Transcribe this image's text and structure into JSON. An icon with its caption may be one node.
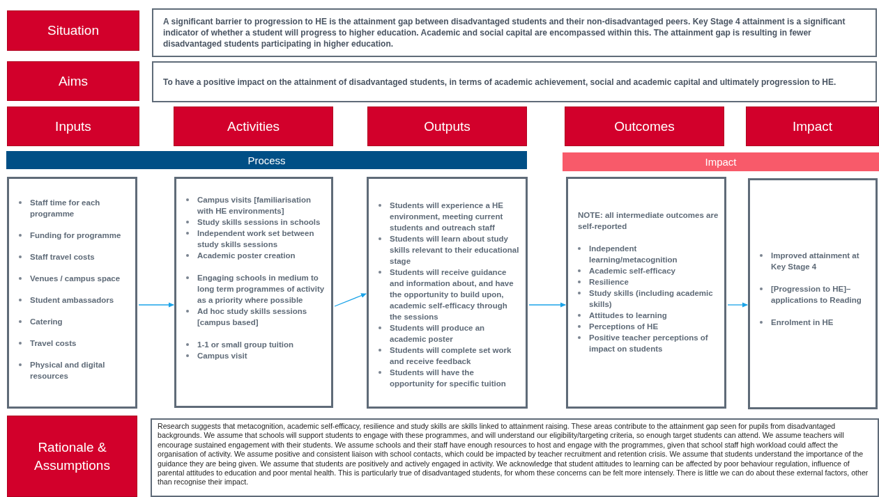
{
  "diagram": {
    "nodes": [
      {
        "text": [
          "Situation"
        ]
      },
      {
        "text": [
          "A significant barrier to progression to HE is the attainment gap between disadvantaged students and their non-disadvantaged peers. Key Stage 4 attainment is a significant indicator of whether a student will progress to higher education. Academic and social capital are encompassed within this. The attainment gap is resulting in fewer disadvantaged students participating in higher education."
        ]
      },
      {
        "text": [
          "Aims"
        ]
      },
      {
        "text": [
          "To have a positive impact on the attainment of disadvantaged students, in terms of academic achievement, social and academic capital and ultimately progression to HE."
        ]
      },
      {
        "text": [
          "Inputs"
        ]
      },
      {
        "text": [
          "Activities"
        ]
      },
      {
        "text": [
          "Outputs"
        ]
      },
      {
        "text": [
          "Outcomes"
        ]
      },
      {
        "text": [
          "Impact"
        ]
      },
      {
        "text": [
          "Process"
        ]
      },
      {
        "text": [
          "Impact"
        ]
      },
      {
        "text": [
          "Staff time for each programme",
          "Funding for programme",
          "Staff travel costs",
          "Venues / campus space",
          "Student ambassadors",
          "Catering",
          "Travel costs",
          "Physical and digital resources"
        ]
      },
      {
        "text": [
          "Campus visits [familiarisation with HE environments]",
          "Study skills sessions in schools",
          "Independent work set between study skills sessions",
          "Academic poster creation",
          "Engaging schools in medium to long term programmes of activity as a priority where possible",
          "Ad hoc study skills sessions [campus based]",
          "1-1 or small group tuition",
          "Campus visit"
        ]
      },
      {
        "text": [
          "Students will experience a HE environment, meeting current students and outreach staff",
          "Students will learn about study skills relevant to their educational stage",
          "Students will receive guidance and information about, and have the opportunity to build upon, academic self-efficacy through the sessions",
          "Students will produce an academic poster",
          "Students will complete set work and receive feedback",
          "Students will have the opportunity for specific tuition"
        ]
      },
      {
        "text": [
          "NOTE: all intermediate outcomes are self-reported",
          "Independent learning/metacognition",
          "Academic self-efficacy",
          "Resilience",
          "Study skills (including academic skills)",
          "Attitudes to learning",
          "Perceptions of HE",
          "Positive teacher perceptions of impact on students"
        ]
      },
      {
        "text": [
          "Improved attainment at Key Stage 4",
          "[Progression to HE]– applications to Reading",
          "Enrolment in HE"
        ]
      },
      {
        "text": [
          "Rationale & Assumptions"
        ]
      },
      {
        "text": [
          "Research suggests that metacognition, academic self-efficacy, resilience and study skills are skills linked to attainment raising. These areas contribute to the attainment gap seen for pupils from disadvantaged backgrounds. We assume that schools will support students to engage with these programmes, and will understand our eligibility/targeting criteria, so enough target students can attend. We assume teachers will encourage sustained engagement with their students. We assume schools and their staff have enough resources to host and engage with the programmes, given that school staff high workload could affect the organisation of activity. We assume positive and consistent liaison with school contacts, which could be impacted by teacher recruitment and retention crisis. We assume that students understand the importance of the guidance they are being given. We assume that students are positively and actively engaged in activity. We acknowledge that student attitudes to learning can be affected by poor behaviour regulation, influence of parental attitudes to education and poor mental health. This is particularly true of disadvantaged students, for whom these concerns can be felt more intensely. There is little we can do about these external factors, other than recognise their impact."
        ]
      }
    ],
    "edges": [
      {
        "from": 11,
        "to": 12,
        "arrow": "to"
      },
      {
        "from": 12,
        "to": 13,
        "arrow": "to"
      },
      {
        "from": 13,
        "to": 14,
        "arrow": "to"
      },
      {
        "from": 14,
        "to": 15,
        "arrow": "to"
      }
    ]
  }
}
